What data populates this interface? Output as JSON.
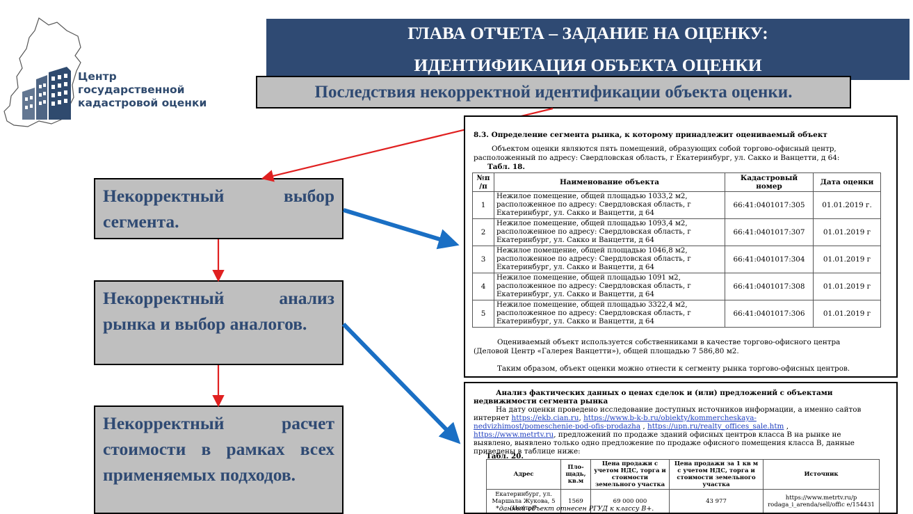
{
  "logo": {
    "line1": "Центр",
    "line2": "государственной",
    "line3": "кадастровой оценки",
    "color": "#2f4a6e"
  },
  "header": {
    "line1": "ГЛАВА ОТЧЕТА – ЗАДАНИЕ НА ОЦЕНКУ:",
    "line2": "ИДЕНТИФИКАЦИЯ ОБЪЕКТА ОЦЕНКИ",
    "color": "#2f4a73"
  },
  "subtitle": "Последствия некорректной идентификации объекта оценки.",
  "boxes": [
    "Некорректный выбор сегмента.",
    "Некорректный анализ рынка и выбор аналогов.",
    "Некорректный расчет стоимости в рамках всех применяемых подходов."
  ],
  "doc1": {
    "heading": "8.3.   Определение сегмента рынка, к которому принадлежит оцениваемый объект",
    "intro_line1": "Объектом оценки являются пять помещений, образующих собой торгово-офисный центр,",
    "intro_line2": "расположенный по адресу: Свердловская область, г Екатеринбург, ул. Сакко и Ванцетти, д 64:",
    "table_caption": "Табл. 18.",
    "columns": [
      "№п /п",
      "Наименование объекта",
      "Кадастровый номер",
      "Дата оценки"
    ],
    "rows": [
      {
        "n": "1",
        "name_l1": "Нежилое помещение, общей площадью 1033,2 м2,",
        "name_l2": "расположенное по адресу: Свердловская область, г",
        "name_l3": "Екатеринбург, ул. Сакко и Ванцетти, д 64",
        "cad": "66:41:0401017:305",
        "date": "01.01.2019 г."
      },
      {
        "n": "2",
        "name_l1": "Нежилое помещение, общей площадью 1093,4 м2,",
        "name_l2": "расположенное  по адресу: Свердловская область, г",
        "name_l3": "Екатеринбург, ул. Сакко и Ванцетти, д 64",
        "cad": "66:41:0401017:307",
        "date": "01.01.2019 г"
      },
      {
        "n": "3",
        "name_l1": "Нежилое помещение, общей площадью 1046,8 м2,",
        "name_l2": "расположенное  по адресу: Свердловская область, г",
        "name_l3": "Екатеринбург, ул. Сакко и Ванцетти, д 64",
        "cad": "66:41:0401017:304",
        "date": "01.01.2019 г"
      },
      {
        "n": "4",
        "name_l1": "Нежилое помещение, общей площадью 1091 м2,",
        "name_l2": "расположенное  по адресу: Свердловская область, г",
        "name_l3": "Екатеринбург, ул. Сакко и Ванцетти, д 64",
        "cad": "66:41:0401017:308",
        "date": "01.01.2019 г"
      },
      {
        "n": "5",
        "name_l1": "Нежилое помещение, общей площадью 3322,4 м2,",
        "name_l2": "расположенное  по адресу: Свердловская область, г",
        "name_l3": "Екатеринбург, ул. Сакко и Ванцетти, д 64",
        "cad": "66:41:0401017:306",
        "date": "01.01.2019 г"
      }
    ],
    "para2_line1": "Оцениваемый объект используется собственниками в качестве торгово-офисного центра",
    "para2_line2": "(Деловой Центр «Галерея Ванцетти»), общей площадью 7 586,80 м2.",
    "para3": "Таким образом, объект оценки можно отнести к сегменту рынка торгово-офисных центров."
  },
  "doc2": {
    "heading_line1": "Анализ фактических данных о ценах сделок и (или) предложений с объектами",
    "heading_line2": "недвижимости сегмента рынка",
    "p1": "На дату оценки проведено исследование доступных источников информации, а именно сайтов",
    "p2_prefix": "интернет",
    "link1": "https://ekb.cian.ru",
    "sep1": ",",
    "link2": "https://www.b-k-b.ru/obiekty/kommercheskaya-",
    "link3": "nedvizhimost/pomeschenie-pod-ofis-prodazha",
    "sep2": ",",
    "link4": "https://upn.ru/realty_offices_sale.htm",
    "sep3": ",",
    "link5": "https://www.metrtv.ru",
    "p4_rest": ", предложений по продаже зданий офисных центров класса В на рынке не",
    "p5": "выявлено, выявлено только одно предложение по продаже офисного помещения класса В, данные",
    "p6": "приведены в таблице ниже:",
    "table_caption": "Табл. 20.",
    "columns": [
      "Адрес",
      "Пло- щадь, кв.м",
      "Цена продажи с учетом НДС, торга и стоимости земельного участка",
      "Цена продажи за 1 кв м с учетом НДС, торга и стоимости земельного участка",
      "Источник"
    ],
    "row": {
      "addr": "Екатеринбург, ул. Маршала Жукова, 5 (Центр)*",
      "area": "1569",
      "price": "69 000 000",
      "price_m2": "43 977",
      "src": "https://www.metrtv.ru/p rodaga_i_arenda/sell/offic e/154431"
    },
    "footnote": "*данный объект отнесен РГУД к классу В+."
  }
}
